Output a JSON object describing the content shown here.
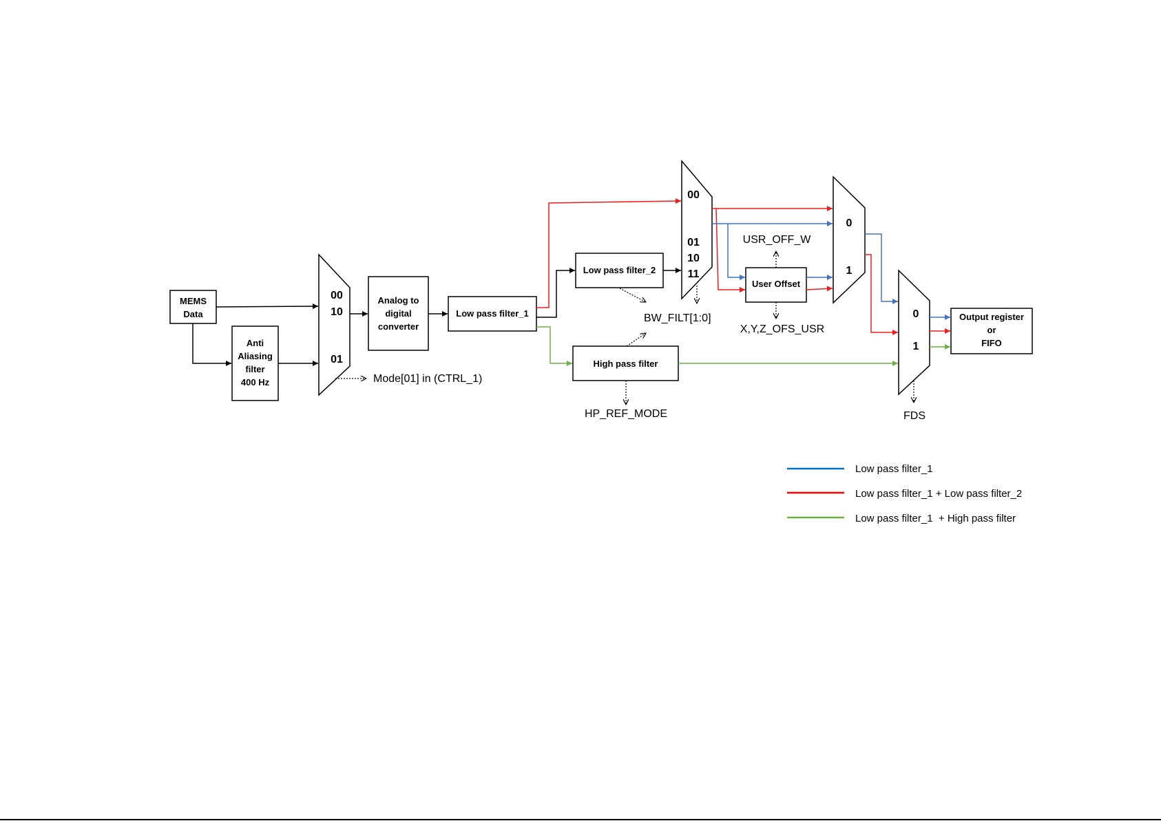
{
  "blocks": {
    "mems": [
      "MEMS",
      "Data"
    ],
    "aa": [
      "Anti",
      "Aliasing",
      "filter",
      "400 Hz"
    ],
    "adc": [
      "Analog to",
      "digital",
      "converter"
    ],
    "lpf1": "Low pass filter_1",
    "lpf2": "Low pass filter_2",
    "hpf": "High pass filter",
    "user_offset": "User Offset",
    "output": [
      "Output register",
      "or",
      "FIFO"
    ]
  },
  "muxes": {
    "mux1": [
      "00",
      "10",
      "01"
    ],
    "mux2": [
      "00",
      "01",
      "10",
      "11"
    ],
    "mux3": [
      "0",
      "1"
    ],
    "mux4": [
      "0",
      "1"
    ]
  },
  "signals": {
    "mode": "Mode[01] in (CTRL_1)",
    "bw_filt": "BW_FILT[1:0]",
    "hp_ref_mode": "HP_REF_MODE",
    "usr_off_w": "USR_OFF_W",
    "ofs_usr": "X,Y,Z_OFS_USR",
    "fds": "FDS"
  },
  "legend": [
    {
      "label": "Low pass filter_1",
      "color": "#0070c0"
    },
    {
      "label": "Low pass filter_1 + Low pass filter_2",
      "color": "#ff0000"
    },
    {
      "label": "Low pass filter_1  + High pass filter",
      "color": "#70ad47"
    }
  ]
}
